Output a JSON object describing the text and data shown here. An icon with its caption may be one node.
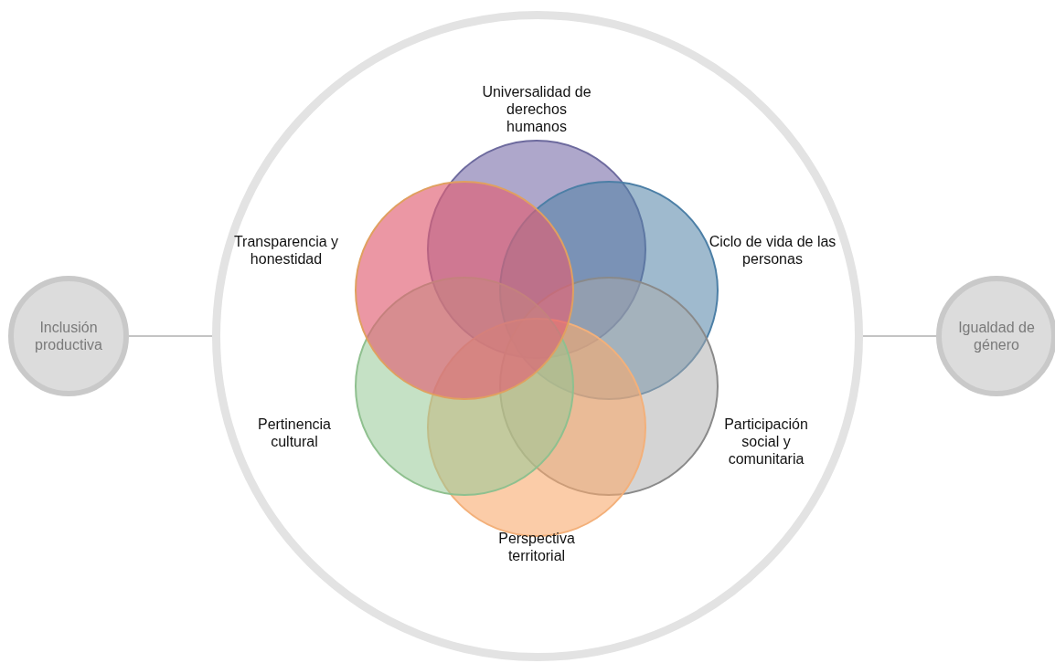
{
  "diagram": {
    "nodes": [
      {
        "text": [],
        "shape": "circle"
      },
      {
        "text": [],
        "shape": "circle",
        "in": 0,
        "beside": [
          "Universalidad de derechos humanos"
        ]
      },
      {
        "text": [],
        "shape": "circle",
        "in": 0,
        "beside": [
          "Ciclo de vida de las personas"
        ]
      },
      {
        "text": [],
        "shape": "circle",
        "in": 0,
        "beside": [
          "Participación social y comunitaria"
        ]
      },
      {
        "text": [],
        "shape": "circle",
        "in": 0,
        "beside": [
          "Perspectiva territorial"
        ]
      },
      {
        "text": [],
        "shape": "circle",
        "in": 0,
        "beside": [
          "Pertinencia cultural"
        ]
      },
      {
        "text": [],
        "shape": "circle",
        "in": 0,
        "beside": [
          "Transparencia y honestidad"
        ]
      },
      {
        "text": [
          "Inclusión productiva"
        ]
      },
      {
        "text": [
          "Igualdad de género"
        ]
      }
    ],
    "edges": [
      {
        "from": 7,
        "to": 0,
        "arrow": "none"
      },
      {
        "from": 0,
        "to": 8,
        "arrow": "none"
      }
    ]
  }
}
